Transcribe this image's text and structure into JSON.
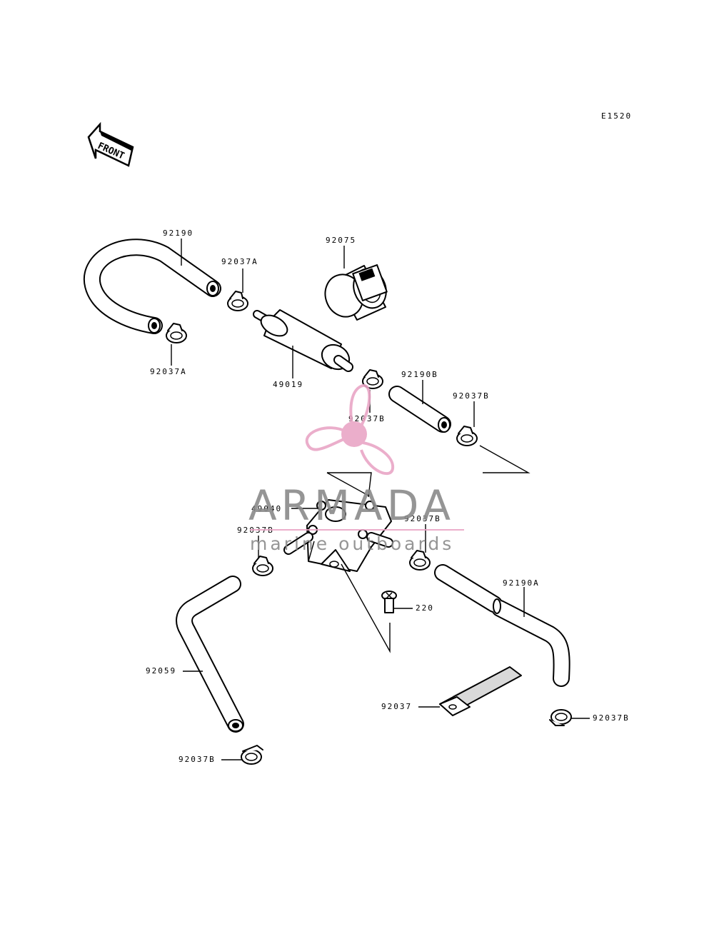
{
  "diagram_code": "E1520",
  "front_arrow": {
    "label": "FRONT",
    "icon": "front-arrow-icon"
  },
  "parts": {
    "hose_92190": "92190",
    "clamp_92037A_top": "92037A",
    "clamp_92037A_bottom": "92037A",
    "holder_92075": "92075",
    "fuel_filter_49019": "49019",
    "hose_92190B": "92190B",
    "clamp_92037B_filter": "92037B",
    "clamp_92037B_hose": "92037B",
    "fuel_pump_49040": "49040",
    "clamp_92037B_pump_left": "92037B",
    "clamp_92037B_pump_right": "92037B",
    "screw_220": "220",
    "hose_92190A": "92190A",
    "hose_92059": "92059",
    "strap_92037": "92037",
    "clamp_92037B_lower_right": "92037B",
    "clamp_92037B_lower_left": "92037B"
  },
  "watermark": {
    "brand": "ARMADA",
    "tagline": "marine outboards",
    "logo_icon": "propeller-icon",
    "color": "#e9a6c6"
  }
}
